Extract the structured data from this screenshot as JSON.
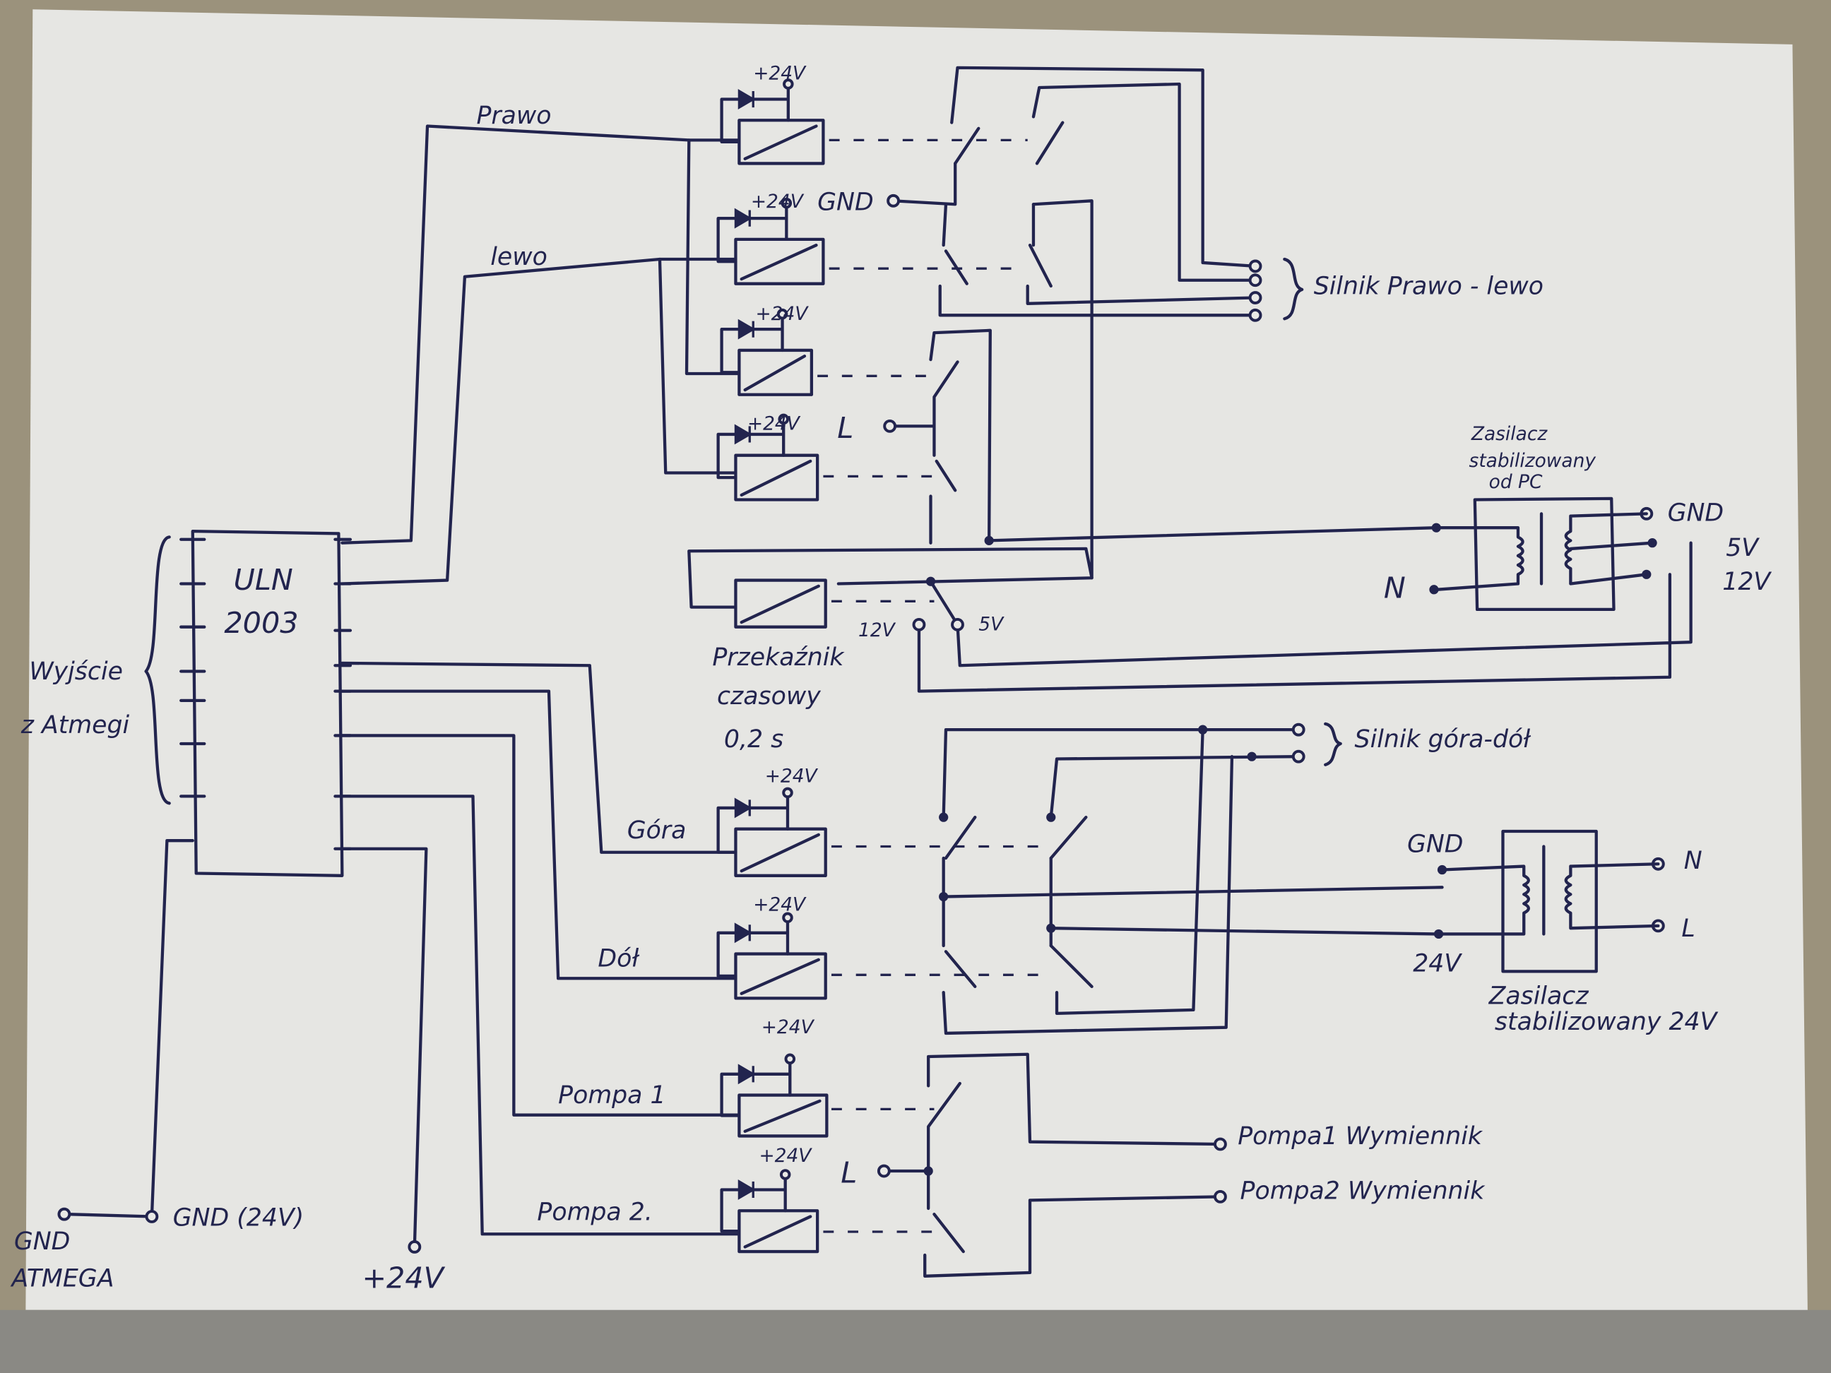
{
  "controller": {
    "chip_line1": "ULN",
    "chip_line2": "2003",
    "input_line1": "Wyjście",
    "input_line2": "z Atmegi"
  },
  "relays": {
    "supply_label": "+24V",
    "prawo": "Prawo",
    "lewo": "lewo",
    "gora": "Góra",
    "dol": "Dół",
    "pompa1": "Pompa 1",
    "pompa2": "Pompa 2."
  },
  "timer_relay": {
    "line1": "Przekaźnik",
    "line2": "czasowy",
    "line3": "0,2 s",
    "contact_12v": "12V",
    "contact_5v": "5V"
  },
  "switch_labels": {
    "gnd": "GND",
    "l_top": "L",
    "l_bottom": "L"
  },
  "motors": {
    "horizontal": "Silnik Prawo - lewo",
    "vertical": "Silnik góra-dół"
  },
  "pc_supply": {
    "title1": "Zasilacz",
    "title2": "stabilizowany",
    "title3": "od PC",
    "gnd": "GND",
    "v5": "5V",
    "v12": "12V",
    "n": "N"
  },
  "supply_24v": {
    "title1": "Zasilacz",
    "title2": "stabilizowany 24V",
    "gnd": "GND",
    "v24": "24V",
    "n": "N",
    "l": "L"
  },
  "outputs": {
    "pompa1": "Pompa1 Wymiennik",
    "pompa2": "Pompa2 Wymiennik"
  },
  "bottom": {
    "gnd_24v": "GND (24V)",
    "gnd_atmega1": "GND",
    "gnd_atmega2": "ATMEGA",
    "plus24": "+24V"
  }
}
